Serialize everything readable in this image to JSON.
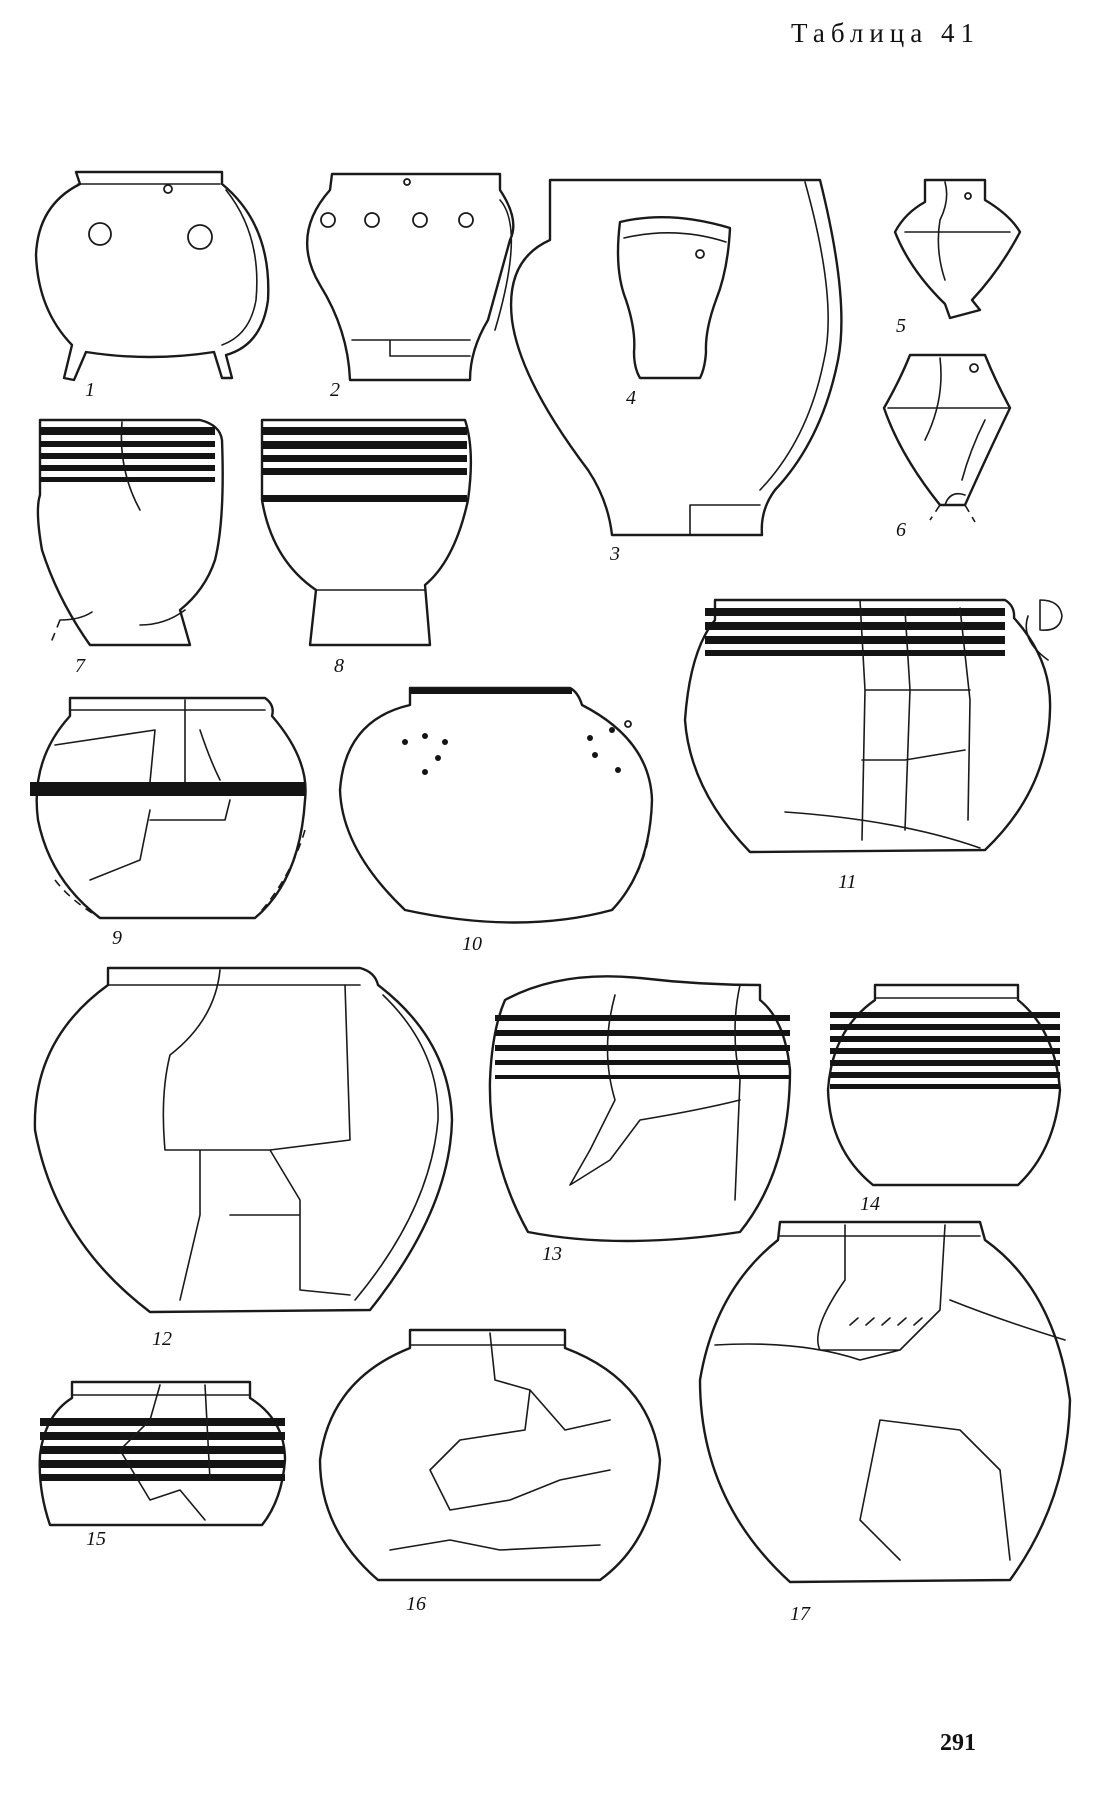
{
  "page": {
    "table_title": "Таблица 41",
    "page_number": "291"
  },
  "vessels": [
    {
      "label": "1"
    },
    {
      "label": "2"
    },
    {
      "label": "3"
    },
    {
      "label": "4"
    },
    {
      "label": "5"
    },
    {
      "label": "6"
    },
    {
      "label": "7"
    },
    {
      "label": "8"
    },
    {
      "label": "9"
    },
    {
      "label": "10"
    },
    {
      "label": "11"
    },
    {
      "label": "12"
    },
    {
      "label": "13"
    },
    {
      "label": "14"
    },
    {
      "label": "15"
    },
    {
      "label": "16"
    },
    {
      "label": "17"
    }
  ]
}
